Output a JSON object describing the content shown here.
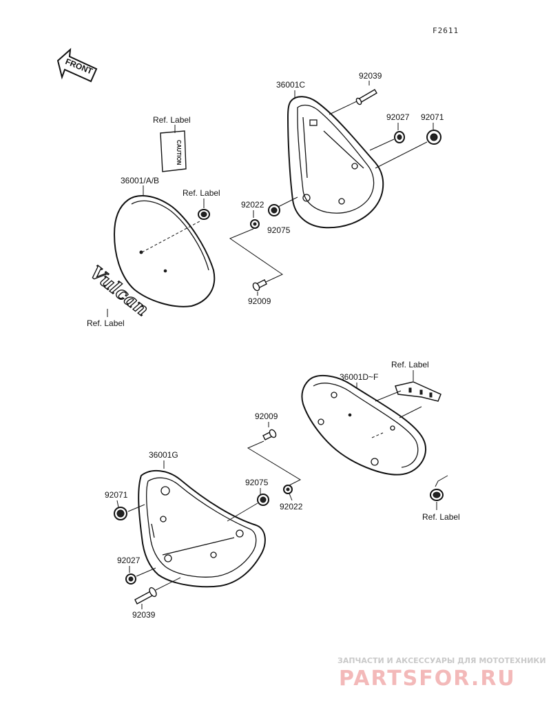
{
  "figure_code": "F2611",
  "front_arrow_label": "FRONT",
  "caution_label_text": "CAUTION",
  "emblem_text": "Vulcan",
  "labels": {
    "ref_label_top": "Ref. Label",
    "part_36001ab": "36001/A/B",
    "ref_label_grommet": "Ref. Label",
    "ref_label_emblem": "Ref. Label",
    "part_36001c": "36001C",
    "part_92039_top": "92039",
    "part_92027_top": "92027",
    "part_92071_top": "92071",
    "part_92022_top": "92022",
    "part_92075_top": "92075",
    "part_92009_top": "92009",
    "ref_label_right": "Ref. Label",
    "part_36001df": "36001D~F",
    "part_92009_bottom": "92009",
    "part_36001g": "36001G",
    "part_92075_bottom": "92075",
    "part_92022_bottom": "92022",
    "part_92071_bottom": "92071",
    "part_92027_bottom": "92027",
    "part_92039_bottom": "92039",
    "ref_label_bottom_right": "Ref. Label"
  },
  "watermark": {
    "line1": "ЗАПЧАСТИ И АКСЕССУАРЫ ДЛЯ МОТОТЕХНИКИ",
    "line2": "PARTSFOR.RU"
  }
}
